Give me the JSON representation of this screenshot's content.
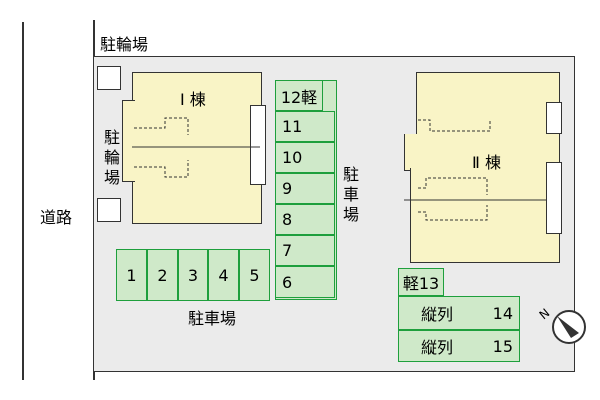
{
  "road_label": "道路",
  "buildings": {
    "building_1": "Ⅰ 棟",
    "building_2": "Ⅱ 棟"
  },
  "bicycle_parking": {
    "top_label": "駐輪場",
    "side_label": "駐輪場"
  },
  "parking": {
    "right_column_label": "駐車場",
    "bottom_row_label": "駐車場",
    "column_spaces": [
      "12軽",
      "11",
      "10",
      "9",
      "8",
      "7",
      "6"
    ],
    "row_spaces": [
      "1",
      "2",
      "3",
      "4",
      "5"
    ],
    "light_space": "軽13",
    "tandem_spaces": [
      {
        "label": "縦列",
        "number": "14"
      },
      {
        "label": "縦列",
        "number": "15"
      }
    ]
  },
  "compass": {
    "label": "N"
  },
  "colors": {
    "building": "#f9f4c6",
    "parking": "#cfe9c9",
    "parking_border": "#1e9f3c",
    "lot": "#ebebeb"
  }
}
